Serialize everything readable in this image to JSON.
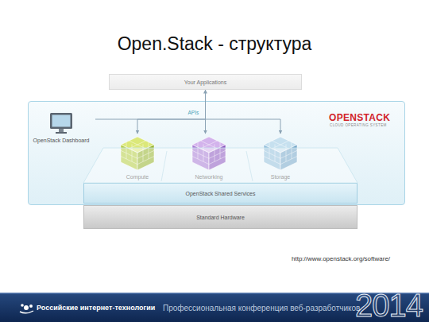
{
  "diagram": {
    "title": "Open.Stack - структура",
    "nodes": [
      {
        "text": [
          "Your Applications"
        ]
      },
      {
        "text": [
          "OPENSTACK",
          "CLOUD OPERATING SYSTEM"
        ]
      },
      {
        "text": [
          "OpenStack Dashboard"
        ],
        "in": 1
      },
      {
        "text": [
          "Compute"
        ],
        "in": 1
      },
      {
        "text": [
          "Networking"
        ],
        "in": 1
      },
      {
        "text": [
          "Storage"
        ],
        "in": 1
      },
      {
        "text": [
          "OpenStack Shared Services"
        ],
        "in": 1
      },
      {
        "text": [
          "Standard Hardware"
        ]
      }
    ],
    "edges": [
      {
        "from": 0,
        "to": 2,
        "arrow": "none"
      },
      {
        "from": 0,
        "to": 3,
        "arrow": "to"
      },
      {
        "from": 0,
        "to": 4,
        "arrow": "both",
        "label": "APIs"
      },
      {
        "from": 0,
        "to": 5,
        "arrow": "to"
      }
    ],
    "labels": [
      "http://www.openstack.org/software/",
      "Российские интернет-технологии",
      "Профессиональная конференция веб-разработчиков",
      "2014"
    ]
  }
}
